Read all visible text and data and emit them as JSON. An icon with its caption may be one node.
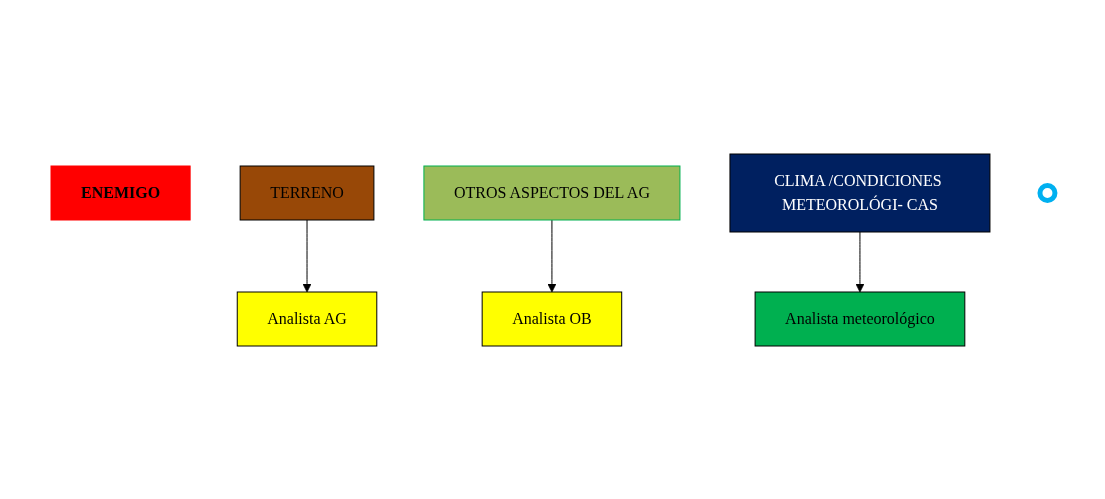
{
  "diagram": {
    "nodes": [
      {
        "text": [
          "ENEMIGO"
        ]
      },
      {
        "text": [
          "TERRENO"
        ]
      },
      {
        "text": [
          "OTROS ASPECTOS DEL AG"
        ]
      },
      {
        "text": [
          "CLIMA /CONDICIONES METEOROLÓGI- CAS"
        ]
      },
      {
        "text": [
          "Analista AG"
        ]
      },
      {
        "text": [
          "Analista OB"
        ]
      },
      {
        "text": [
          "Analista meteorológico"
        ]
      },
      {
        "text": [],
        "shape": "circle"
      }
    ],
    "edges": [
      {
        "from": 1,
        "to": 4,
        "arrow": "to"
      },
      {
        "from": 2,
        "to": 5,
        "arrow": "to"
      },
      {
        "from": 3,
        "to": 6,
        "arrow": "to"
      }
    ]
  }
}
